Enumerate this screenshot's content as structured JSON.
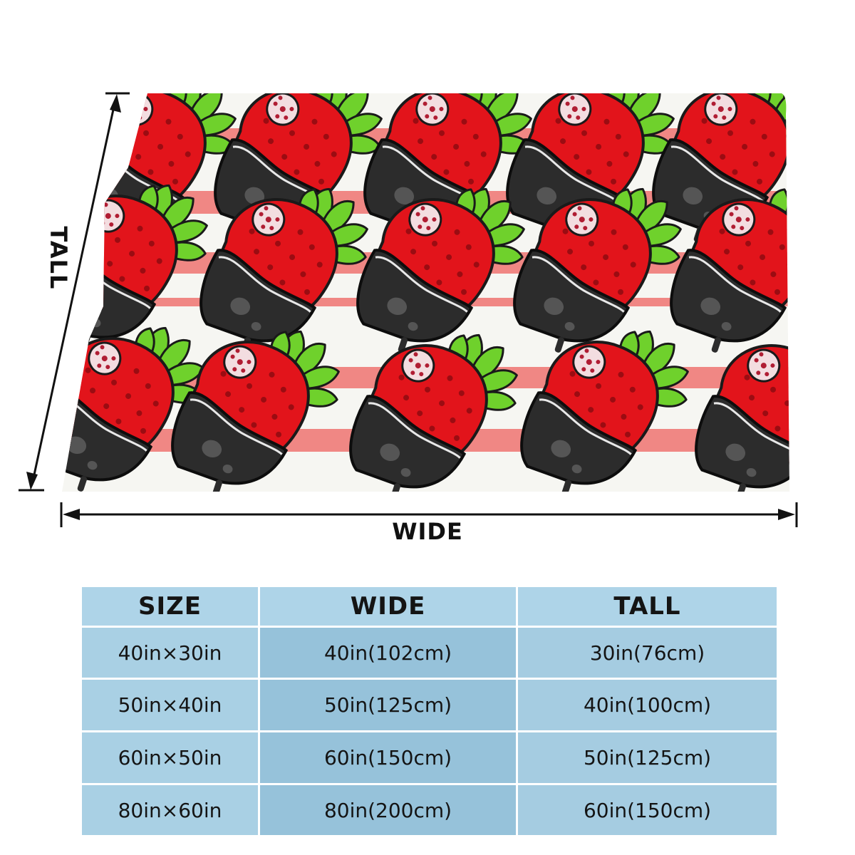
{
  "figure": {
    "wide_label": "WIDE",
    "tall_label": "TALL",
    "pattern_motif": "chocolate-dipped-strawberry",
    "colors": {
      "stripe_pink": "#f08784",
      "stripe_white": "#f6f6f2",
      "berry_red": "#e2141b",
      "chocolate": "#2c2c2c",
      "leaf_green": "#6fd12c"
    }
  },
  "size_table": {
    "headers": [
      "SIZE",
      "WIDE",
      "TALL"
    ],
    "rows": [
      {
        "size": "40in×30in",
        "wide": "40in(102cm)",
        "tall": "30in(76cm)"
      },
      {
        "size": "50in×40in",
        "wide": "50in(125cm)",
        "tall": "40in(100cm)"
      },
      {
        "size": "60in×50in",
        "wide": "60in(150cm)",
        "tall": "50in(125cm)"
      },
      {
        "size": "80in×60in",
        "wide": "80in(200cm)",
        "tall": "60in(150cm)"
      }
    ],
    "colors": {
      "header": "#aed4e8",
      "col1": "#a9d0e4",
      "col2": "#96c2da",
      "col3": "#a5cce1"
    }
  }
}
